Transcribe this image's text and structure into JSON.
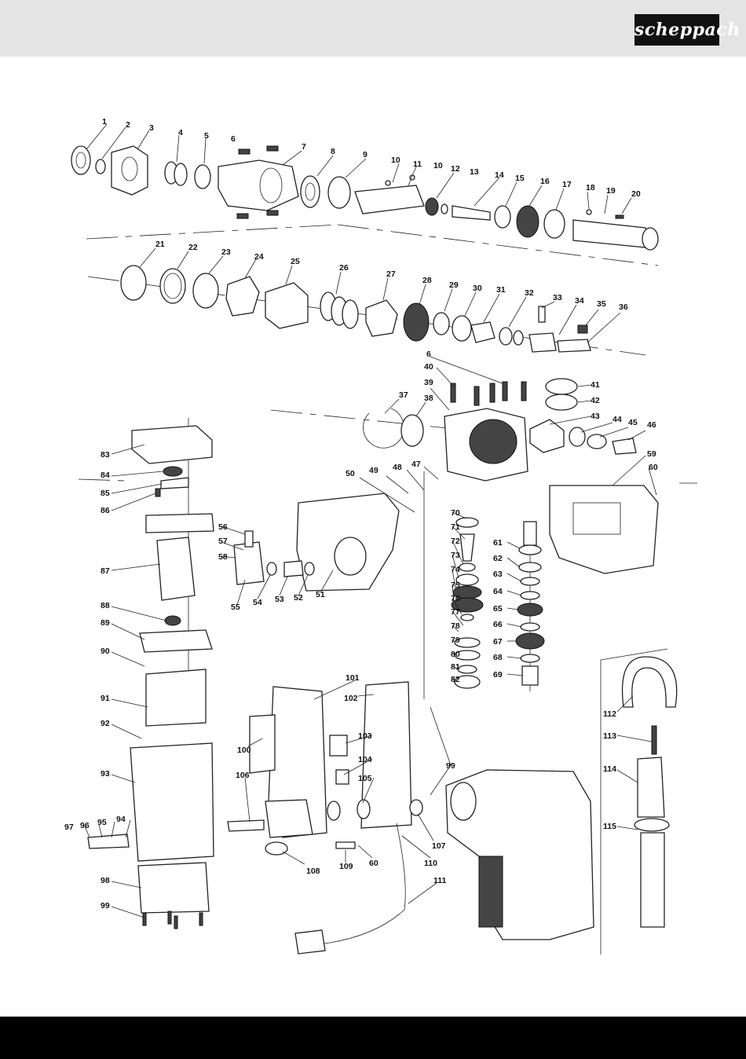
{
  "header": {
    "brand": "scheppach",
    "header_color": "#e4e4e4",
    "footer_color": "#000000"
  },
  "diagram": {
    "type": "exploded-parts-view",
    "callouts": [
      "1",
      "2",
      "3",
      "4",
      "5",
      "6",
      "7",
      "8",
      "9",
      "10",
      "11",
      "12",
      "13",
      "14",
      "15",
      "16",
      "17",
      "18",
      "19",
      "20",
      "21",
      "22",
      "23",
      "24",
      "25",
      "26",
      "27",
      "28",
      "29",
      "30",
      "31",
      "32",
      "33",
      "34",
      "35",
      "36",
      "37",
      "38",
      "39",
      "40",
      "41",
      "42",
      "43",
      "44",
      "45",
      "46",
      "47",
      "48",
      "49",
      "50",
      "51",
      "52",
      "53",
      "54",
      "55",
      "56",
      "57",
      "58",
      "59",
      "60",
      "61",
      "62",
      "63",
      "64",
      "65",
      "66",
      "67",
      "68",
      "69",
      "70",
      "71",
      "72",
      "73",
      "74",
      "75",
      "76",
      "77",
      "78",
      "79",
      "80",
      "81",
      "82",
      "83",
      "84",
      "85",
      "86",
      "87",
      "88",
      "89",
      "90",
      "91",
      "92",
      "93",
      "94",
      "95",
      "96",
      "97",
      "98",
      "99",
      "100",
      "101",
      "102",
      "103",
      "104",
      "105",
      "106",
      "107",
      "108",
      "109",
      "110",
      "111",
      "112",
      "113",
      "114",
      "115"
    ]
  }
}
